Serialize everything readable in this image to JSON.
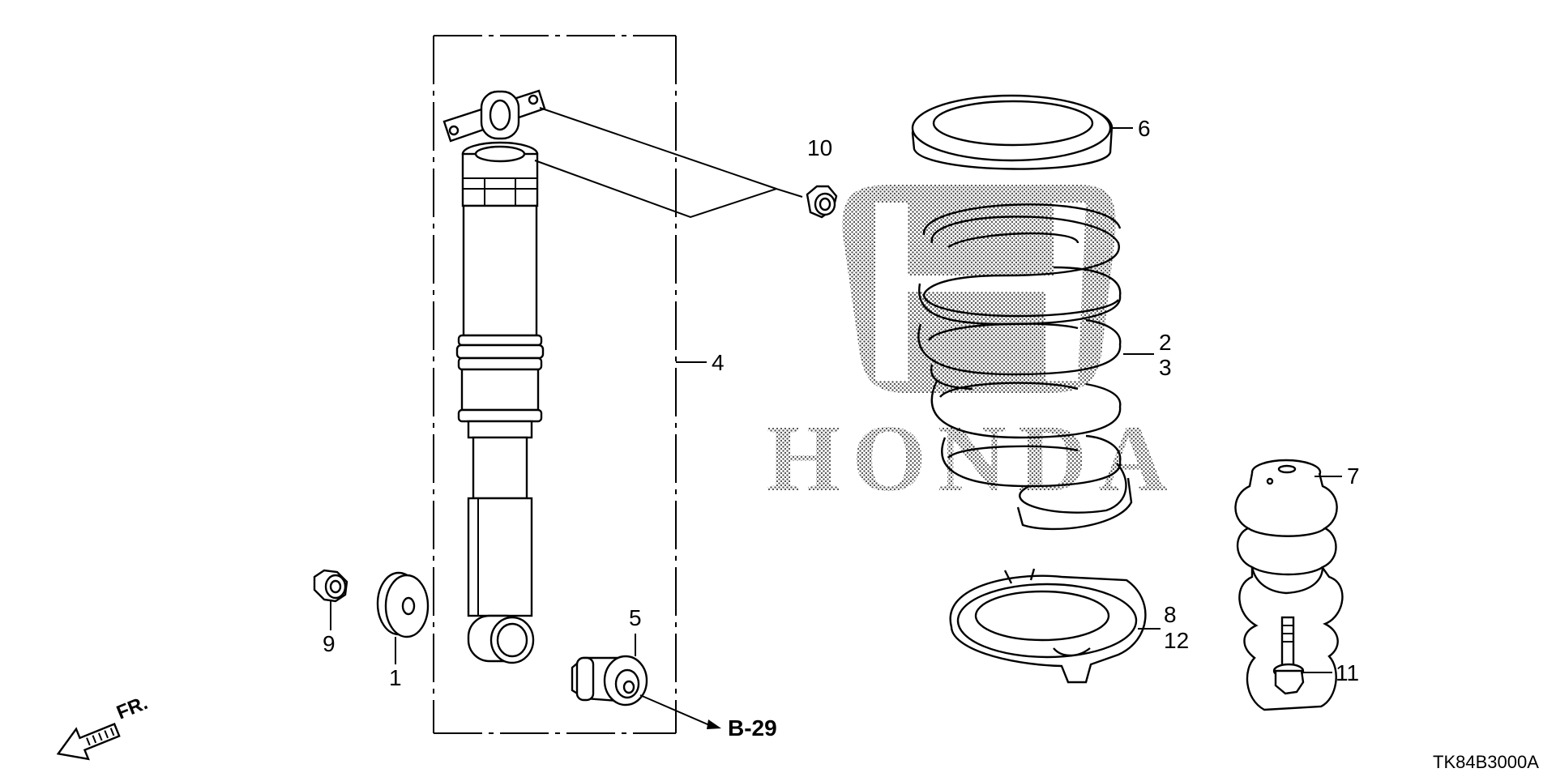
{
  "watermark": {
    "brand": "HONDA"
  },
  "callouts": {
    "c1": "1",
    "c2": "2",
    "c3": "3",
    "c4": "4",
    "c5": "5",
    "c6": "6",
    "c7": "7",
    "c8": "8",
    "c9": "9",
    "c10": "10",
    "c11": "11",
    "c12": "12"
  },
  "reference": "B-29",
  "direction": "FR.",
  "diagram_code": "TK84B3000A"
}
